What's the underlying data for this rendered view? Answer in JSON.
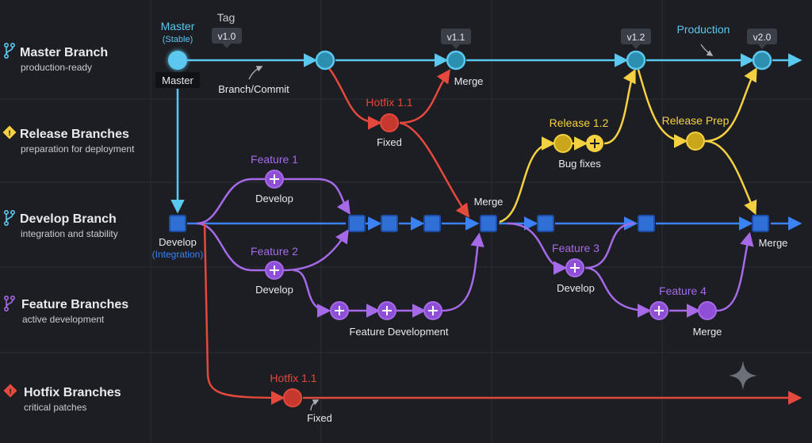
{
  "colors": {
    "background": "#1c1e23",
    "grid": "#2c2f36",
    "master": "#5bc8f0",
    "develop": "#3b82f6",
    "develop_node": "#2f6fd6",
    "release": "#f5d142",
    "feature": "#a66ae8",
    "hotfix": "#e5483c",
    "text": "#e8eaee",
    "subtext": "#c9ccd2"
  },
  "lanes": [
    {
      "title": "Master Branch",
      "subtitle": "production-ready",
      "icon": "branch-icon",
      "color": "#5bc8f0"
    },
    {
      "title": "Release Branches",
      "subtitle": "preparation for deployment",
      "icon": "diamond-tag-icon",
      "color": "#f5d142"
    },
    {
      "title": "Develop Branch",
      "subtitle": "integration and stability",
      "icon": "branch-icon",
      "color": "#5bc8f0"
    },
    {
      "title": "Feature Branches",
      "subtitle": "active development",
      "icon": "branch-icon",
      "color": "#a66ae8"
    },
    {
      "title": "Hotfix Branches",
      "subtitle": "critical patches",
      "icon": "diamond-tag-icon",
      "color": "#e5483c"
    }
  ],
  "tags": {
    "v10": "v1.0",
    "v11": "v1.1",
    "v12": "v1.2",
    "v20": "v2.0"
  },
  "labels": {
    "master_top": "Master",
    "stable": "(Stable)",
    "tag": "Tag",
    "master_badge": "Master",
    "branch_commit": "Branch/Commit",
    "merge_master": "Merge",
    "production": "Production",
    "hotfix_upper": "Hotfix 1.1",
    "fixed_upper": "Fixed",
    "release12": "Release 1.2",
    "bug_fixes": "Bug fixes",
    "release_prep": "Release Prep",
    "feature1": "Feature 1",
    "develop_f1": "Develop",
    "merge_develop": "Merge",
    "develop_node": "Develop",
    "integration": "(Integration)",
    "merge_right": "Merge",
    "feature2": "Feature 2",
    "develop_f2": "Develop",
    "feature_development": "Feature Development",
    "feature3": "Feature 3",
    "develop_f3": "Develop",
    "feature4": "Feature 4",
    "merge_f4": "Merge",
    "hotfix_lower": "Hotfix 1.1",
    "fixed_lower": "Fixed"
  },
  "decor": {
    "sparkle": "sparkle-icon"
  }
}
